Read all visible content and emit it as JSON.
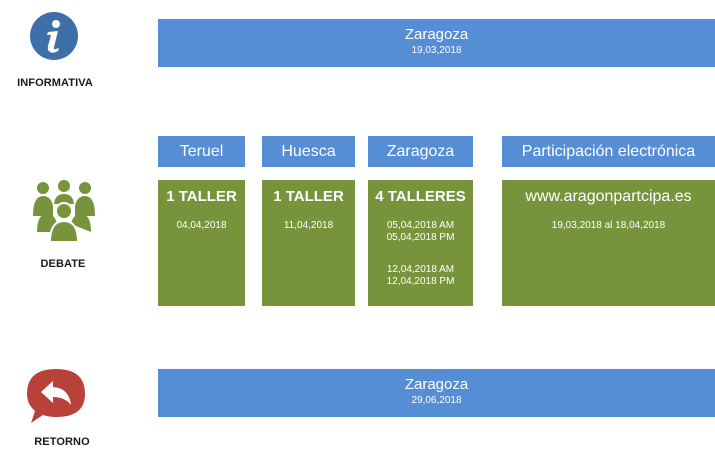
{
  "phases": {
    "informativa": {
      "label": "INFORMATIVA",
      "icon": "info-icon"
    },
    "debate": {
      "label": "DEBATE",
      "icon": "group-people-icon"
    },
    "retorno": {
      "label": "RETORNO",
      "icon": "reply-bubble-icon"
    }
  },
  "informativa_banner": {
    "city": "Zaragoza",
    "date": "19,03,2018"
  },
  "debate": {
    "columns": [
      {
        "header": "Teruel",
        "title": "1 TALLER",
        "dates": [
          "04,04,2018"
        ]
      },
      {
        "header": "Huesca",
        "title": "1 TALLER",
        "dates": [
          "11,04,2018"
        ]
      },
      {
        "header": "Zaragoza",
        "title": "4 TALLERES",
        "dates": [
          "05,04,2018 AM",
          "05,04,2018 PM",
          "12,04,2018 AM",
          "12,04,2018 PM"
        ]
      },
      {
        "header": "Participación electrónica",
        "title": "www.aragonpartcipa.es",
        "dates": [
          "19,03,2018 al 18,04,2018"
        ]
      }
    ]
  },
  "retorno_banner": {
    "city": "Zaragoza",
    "date": "29,06,2018"
  },
  "colors": {
    "blue": "#558ed5",
    "green": "#77933c",
    "info_icon": "#3e6fa8",
    "debate_icon": "#77933c",
    "retorno_icon": "#b8413a"
  }
}
